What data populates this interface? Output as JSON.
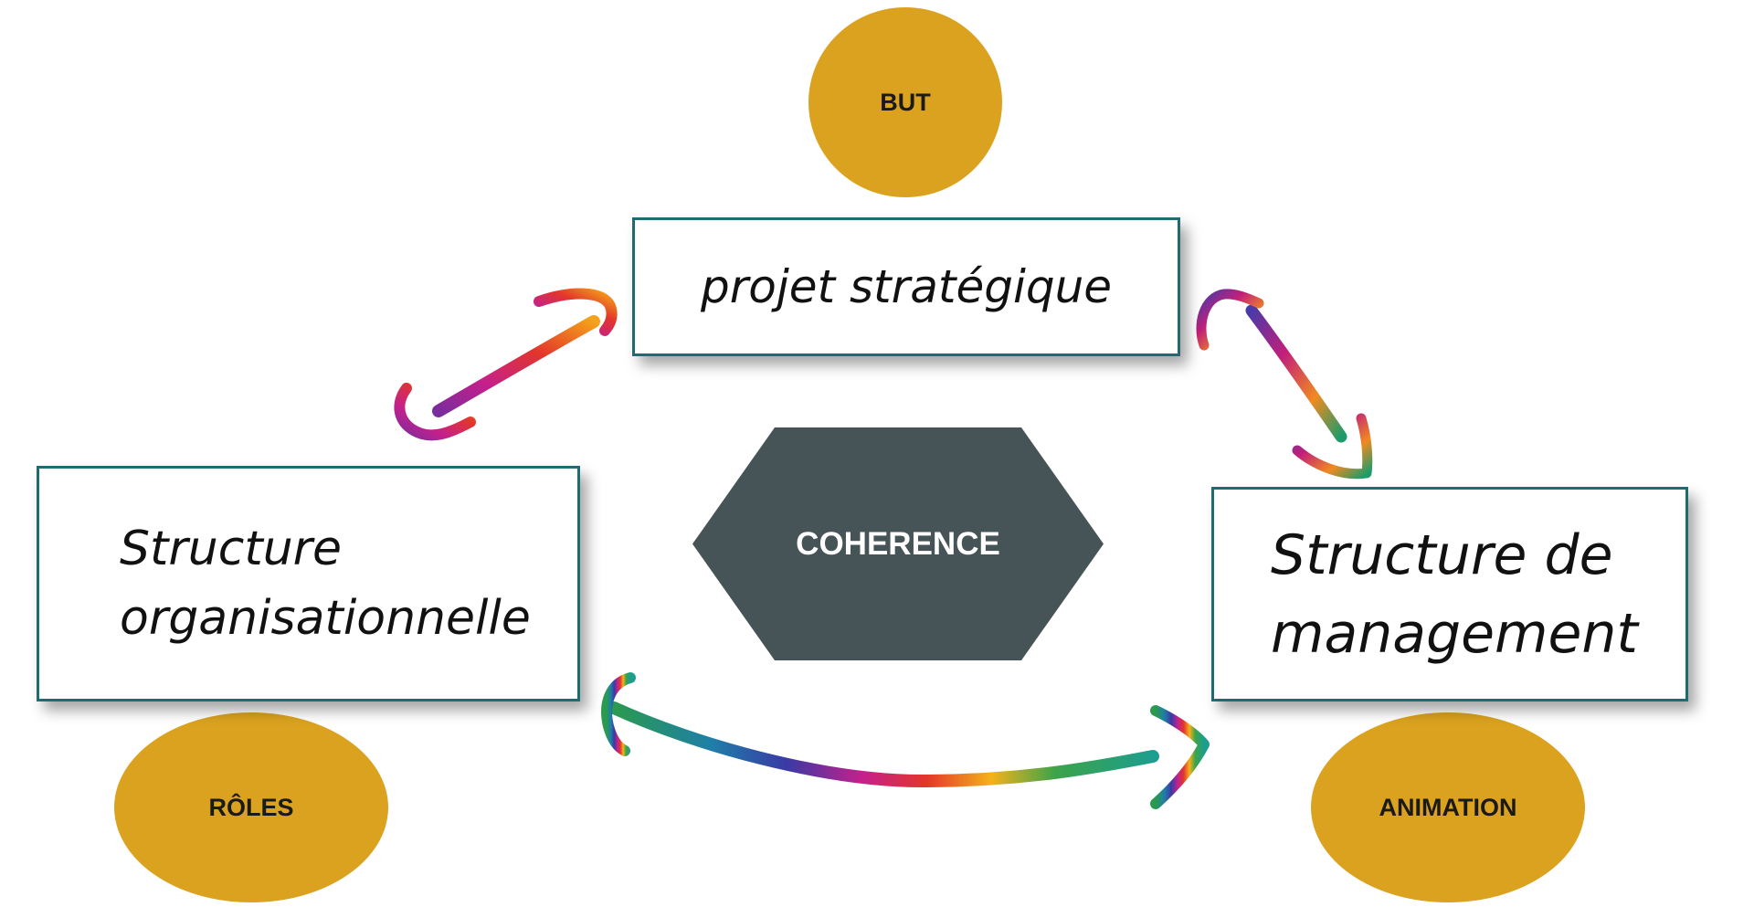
{
  "diagram": {
    "center_label": "COHERENCE",
    "nodes": {
      "top": "projet stratégique",
      "left": "Structure\norganisationnelle",
      "right": "Structure de\nmanagement"
    },
    "badges": {
      "top": "BUT",
      "left": "RÔLES",
      "right": "ANIMATION"
    }
  },
  "colors": {
    "badge_fill": "#DAA21F",
    "box_border": "#1E6B72",
    "hexagon_fill": "#465457"
  }
}
